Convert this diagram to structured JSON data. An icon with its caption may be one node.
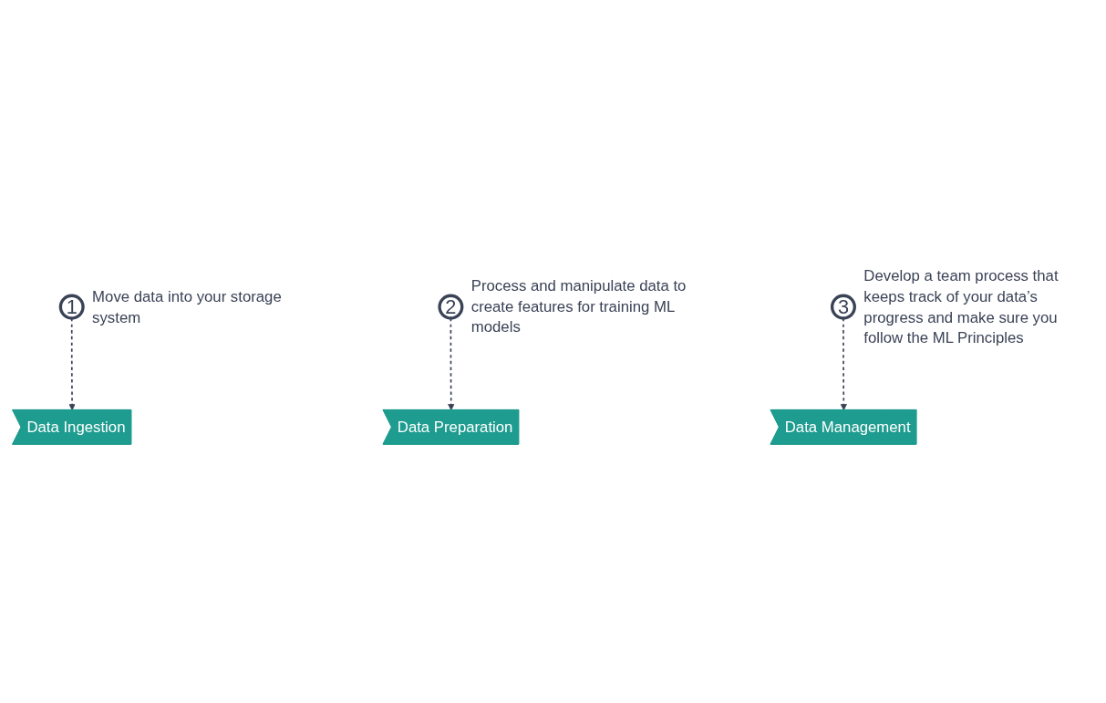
{
  "diagram": {
    "nodes": [
      {
        "text": [
          "1"
        ],
        "beside": [
          "Move data into your storage system"
        ]
      },
      {
        "text": [
          "2"
        ],
        "beside": [
          "Process and manipulate data to create features for training ML models"
        ]
      },
      {
        "text": [
          "Data Ingestion"
        ]
      },
      {
        "text": [
          "Data Preparation"
        ]
      },
      {
        "text": [
          "Data Management"
        ]
      },
      {
        "text": [
          "3"
        ],
        "beside": [
          "Develop a team process that keeps track of your data’s progress and make sure you follow the ML Principles"
        ]
      }
    ],
    "edges": [
      {
        "from": 0,
        "to": 2,
        "arrow": "to",
        "style": "dashed"
      },
      {
        "from": 1,
        "to": 3,
        "arrow": "to",
        "style": "dashed"
      },
      {
        "from": 5,
        "to": 4,
        "arrow": "to",
        "style": "dashed"
      }
    ]
  }
}
